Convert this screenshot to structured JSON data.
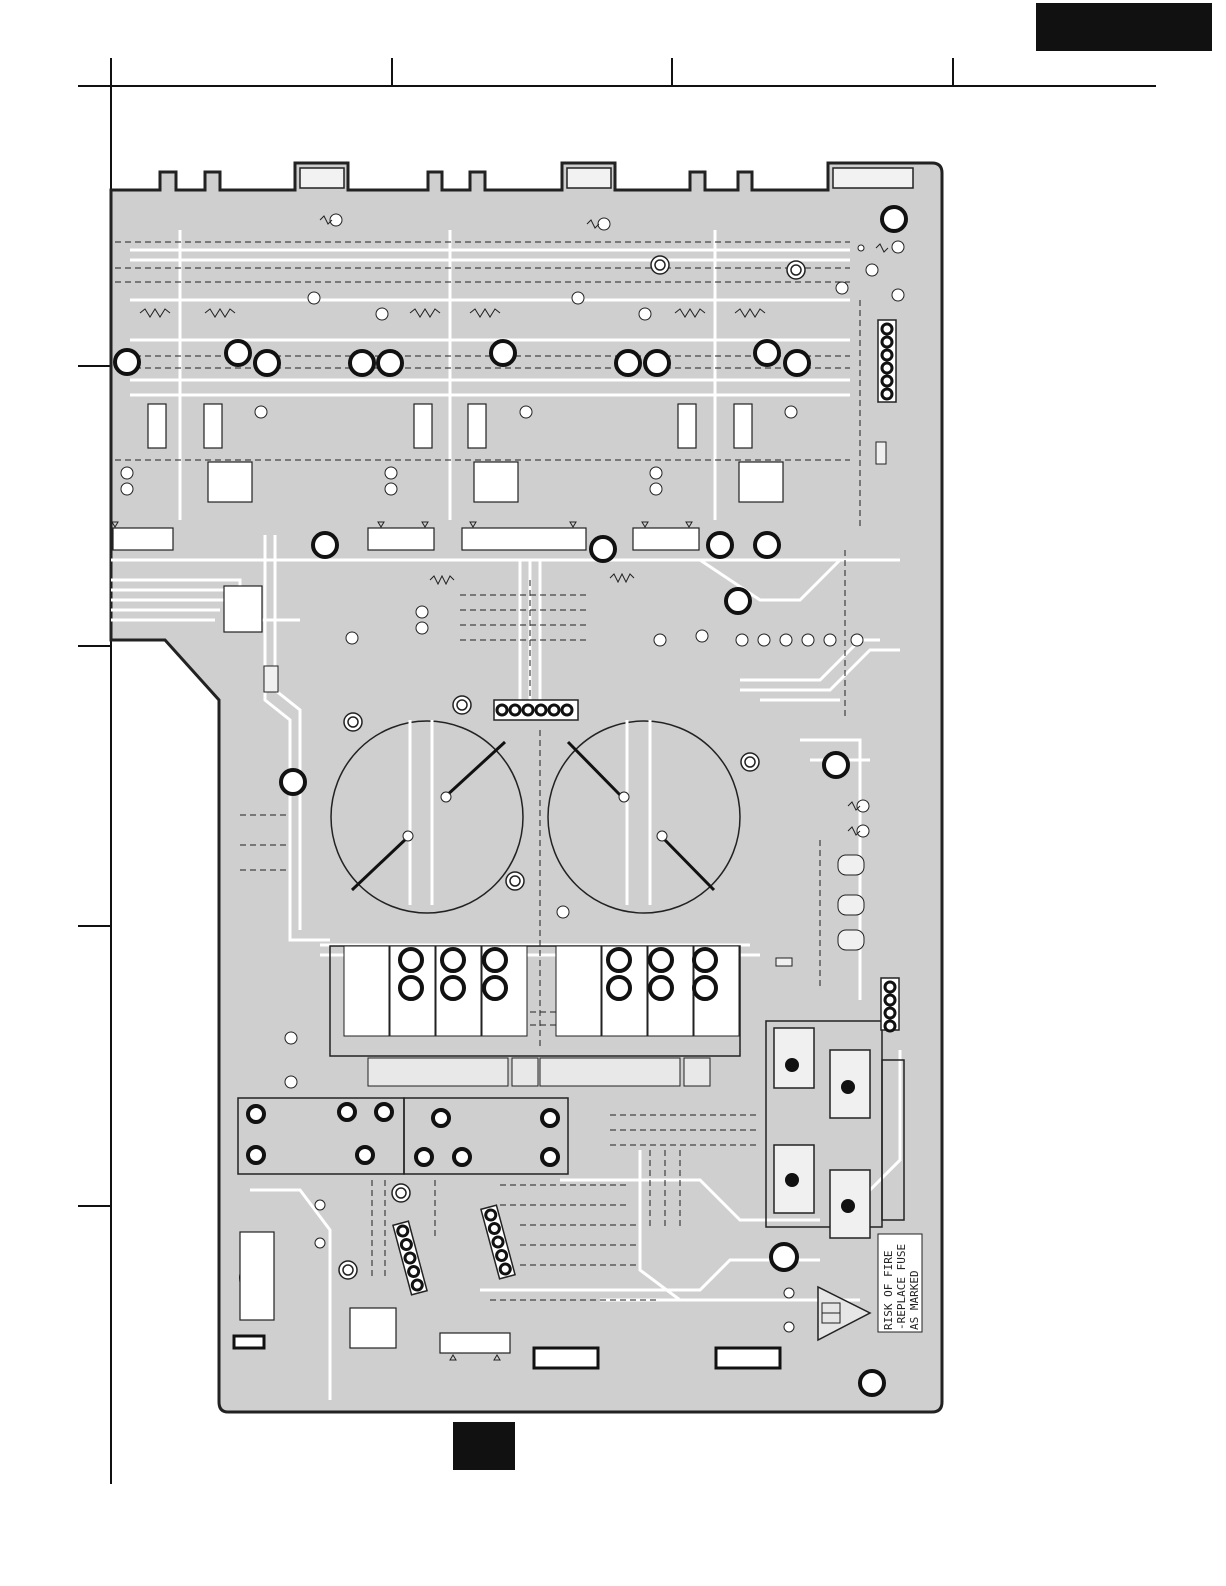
{
  "colors": {
    "background": "#ffffff",
    "board_fill": "#cfcfcf",
    "board_outline": "#222222",
    "copper_trace": "#ffffff",
    "pad_ring": "#111111",
    "frame_line": "#111111",
    "header_block": "#111111",
    "footer_block": "#111111"
  },
  "warning_label": {
    "line1": "RISK OF FIRE",
    "line2": "-REPLACE FUSE",
    "line3": "AS MARKED"
  },
  "icons": {
    "fuse_warning": "triangle-fuse-icon",
    "ic_pin1_marker": "triangle-marker-icon"
  }
}
